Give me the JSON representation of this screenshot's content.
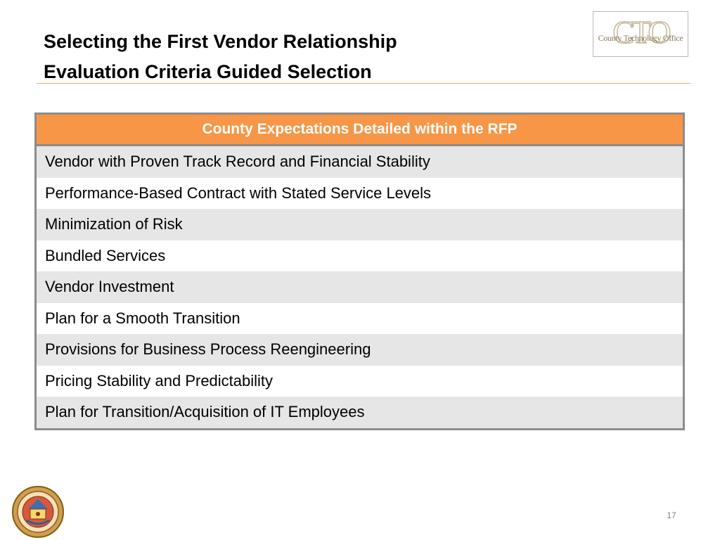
{
  "slide": {
    "title_line1": "Selecting the First Vendor Relationship",
    "title_line2": "Evaluation Criteria Guided Selection",
    "page_number": "17"
  },
  "logo": {
    "monogram": "CTO",
    "text": "County Technology Office"
  },
  "table": {
    "header": "County Expectations Detailed within the RFP",
    "rows": [
      "Vendor with Proven Track Record and Financial Stability",
      "Performance-Based Contract with Stated Service Levels",
      "Minimization of Risk",
      "Bundled Services",
      "Vendor Investment",
      "Plan for a Smooth Transition",
      "Provisions for Business Process Reengineering",
      "Pricing Stability and Predictability",
      "Plan for Transition/Acquisition of IT Employees"
    ]
  },
  "colors": {
    "accent_orange": "#f79646",
    "row_shade": "#e6e6e6",
    "table_border": "#8c8c8c",
    "title_rule": "#f0a868"
  },
  "icons": {
    "seal": "county-seal-icon"
  }
}
